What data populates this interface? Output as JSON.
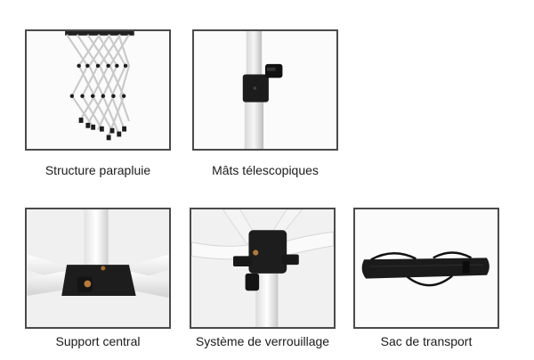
{
  "features": [
    {
      "caption": "Structure parapluie",
      "image_subject": "folding-frame"
    },
    {
      "caption": "Mâts télescopiques",
      "image_subject": "telescopic-pole"
    },
    {
      "caption": "Support central",
      "image_subject": "central-hub"
    },
    {
      "caption": "Système de verrouillage",
      "image_subject": "locking-bracket"
    },
    {
      "caption": "Sac de transport",
      "image_subject": "carry-bag"
    }
  ]
}
